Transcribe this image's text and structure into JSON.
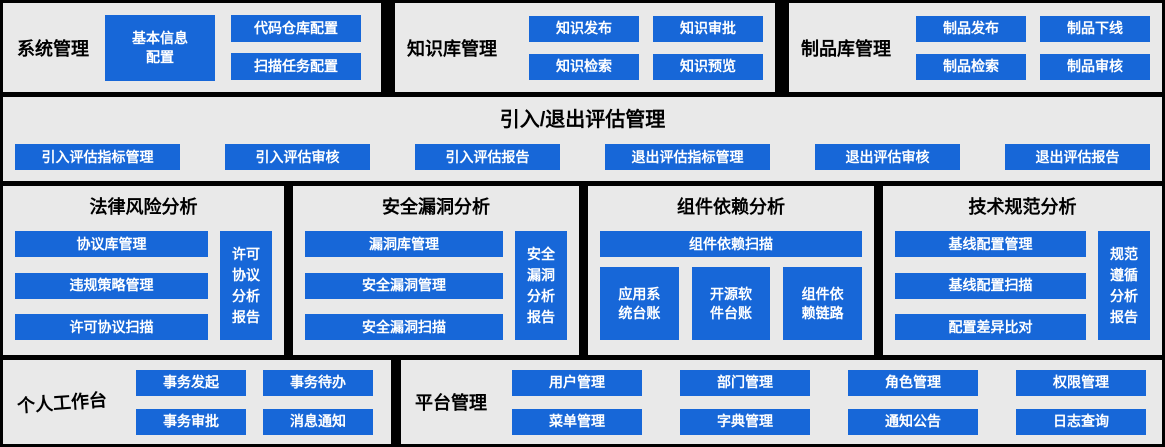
{
  "colors": {
    "background": "#000000",
    "panel_bg": "#e9e9e9",
    "button_blue": "#1767d8",
    "button_text": "#ffffff",
    "title_text": "#000000"
  },
  "system": {
    "title": "系统管理",
    "buttons": [
      "基本信息\n配置",
      "代码仓库配置",
      "扫描任务配置"
    ]
  },
  "knowledge": {
    "title": "知识库管理",
    "buttons": [
      "知识发布",
      "知识审批",
      "知识检索",
      "知识预览"
    ]
  },
  "artifact": {
    "title": "制品库管理",
    "buttons": [
      "制品发布",
      "制品下线",
      "制品检索",
      "制品审核"
    ]
  },
  "evaluation": {
    "title": "引入/退出评估管理",
    "buttons": [
      "引入评估指标管理",
      "引入评估审核",
      "引入评估报告",
      "退出评估指标管理",
      "退出评估审核",
      "退出评估报告"
    ]
  },
  "legal": {
    "title": "法律风险分析",
    "buttons": [
      "协议库管理",
      "违规策略管理",
      "许可协议扫描"
    ],
    "report": "许可\n协议\n分析\n报告"
  },
  "vuln": {
    "title": "安全漏洞分析",
    "buttons": [
      "漏洞库管理",
      "安全漏洞管理",
      "安全漏洞扫描"
    ],
    "report": "安全\n漏洞\n分析\n报告"
  },
  "dependency": {
    "title": "组件依赖分析",
    "scan": "组件依赖扫描",
    "boxes": [
      "应用系\n统台账",
      "开源软\n件台账",
      "组件依\n赖链路"
    ]
  },
  "tech": {
    "title": "技术规范分析",
    "buttons": [
      "基线配置管理",
      "基线配置扫描",
      "配置差异比对"
    ],
    "report": "规范\n遵循\n分析\n报告"
  },
  "workbench": {
    "title": "个人工作台",
    "buttons": [
      "事务发起",
      "事务待办",
      "事务审批",
      "消息通知"
    ]
  },
  "platform": {
    "title": "平台管理",
    "buttons": [
      "用户管理",
      "部门管理",
      "角色管理",
      "权限管理",
      "菜单管理",
      "字典管理",
      "通知公告",
      "日志查询"
    ]
  }
}
